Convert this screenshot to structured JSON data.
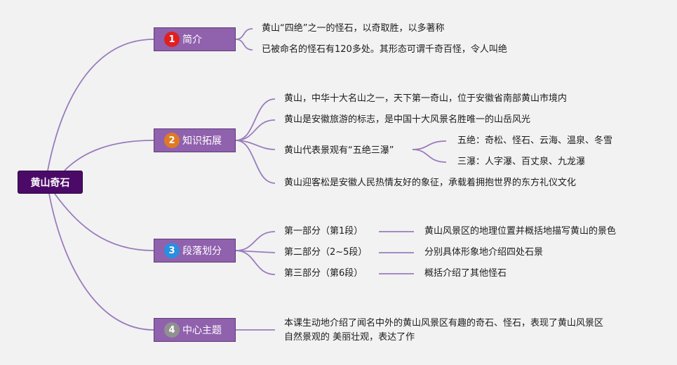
{
  "root": {
    "label": "黄山奇石"
  },
  "branches": [
    {
      "num": "1",
      "label": "简介",
      "badge_color": "#e02020",
      "items": [
        "黄山“四绝”之一的怪石，以奇取胜，以多著称",
        "已被命名的怪石有120多处。其形态可谓千奇百怪，令人叫绝"
      ]
    },
    {
      "num": "2",
      "label": "知识拓展",
      "badge_color": "#e07a22",
      "items": [
        "黄山，中华十大名山之一，天下第一奇山，位于安徽省南部黄山市境内",
        "黄山是安徽旅游的标志，是中国十大风景名胜唯一的山岳风光",
        "黄山代表景观有“五绝三瀑”",
        "黄山迎客松是安徽人民热情友好的象征，承载着拥抱世界的东方礼仪文化"
      ],
      "sub": [
        "五绝：奇松、怪石、云海、温泉、冬雪",
        "三瀑：人字瀑、百丈泉、九龙瀑"
      ]
    },
    {
      "num": "3",
      "label": "段落划分",
      "badge_color": "#2a8fe0",
      "parts": [
        {
          "label": "第一部分（第1段）",
          "desc": "黄山风景区的地理位置并概括地描写黄山的景色"
        },
        {
          "label": "第二部分（2~5段）",
          "desc": "分别具体形象地介绍四处石景"
        },
        {
          "label": "第三部分（第6段）",
          "desc": "概括介绍了其他怪石"
        }
      ]
    },
    {
      "num": "4",
      "label": "中心主题",
      "badge_color": "#909090",
      "text": [
        "本课生动地介绍了闻名中外的黄山风景区有趣的奇石、怪石，表现了黄山风景区",
        "自然景观的 美丽壮观，表达了作"
      ]
    }
  ],
  "colors": {
    "line": "#9a7bbd",
    "branch_fill": "#9061ad",
    "root_fill": "#4b0a68"
  }
}
